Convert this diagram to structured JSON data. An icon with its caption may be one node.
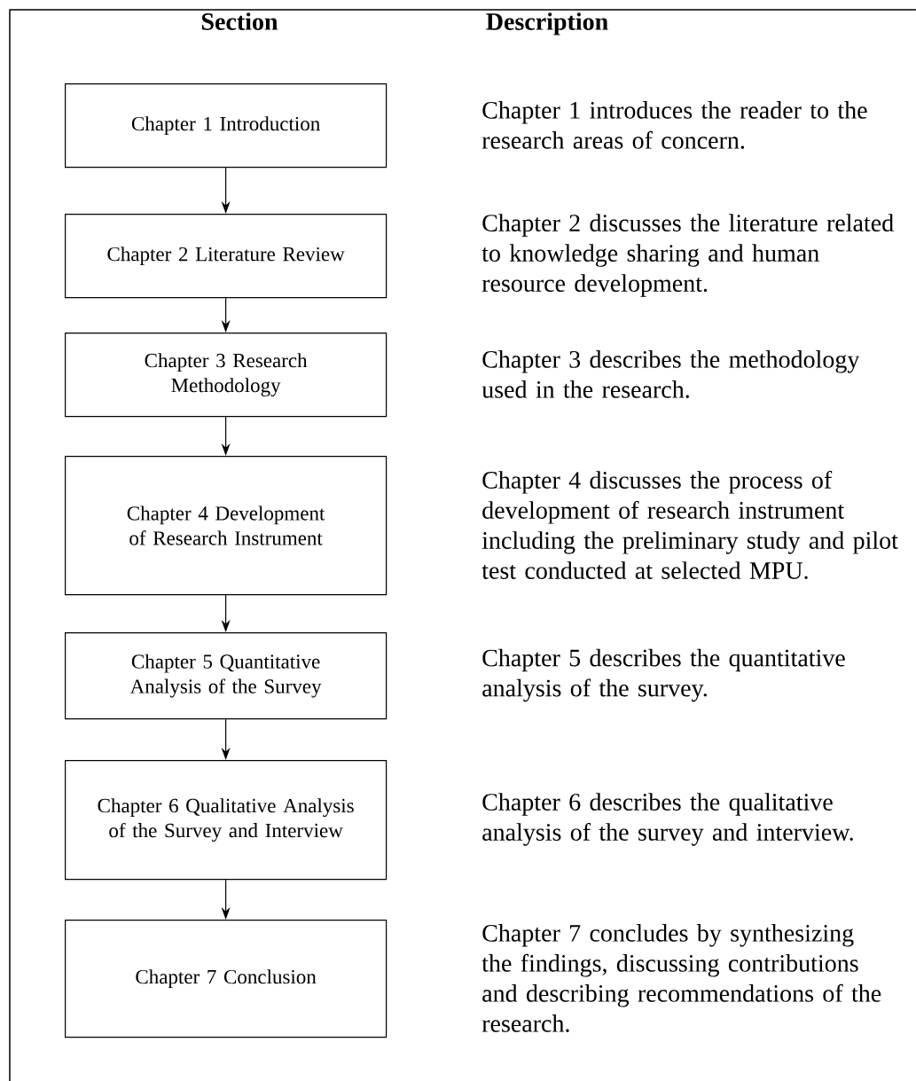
{
  "diagram": {
    "nodes": [
      {
        "text": [
          "Chapter 1 Introduction"
        ],
        "beside": [
          "Chapter 1 introduces the reader to the research areas of concern."
        ]
      },
      {
        "text": [
          "Chapter 2 Literature Review"
        ],
        "beside": [
          "Chapter 2 discusses the literature related to knowledge sharing and human resource development."
        ]
      },
      {
        "text": [
          "Chapter 3 Research Methodology"
        ],
        "beside": [
          "Chapter 3 describes the methodology used in the research."
        ]
      },
      {
        "text": [
          "Chapter 4 Development of Research Instrument"
        ],
        "beside": [
          "Chapter 4 discusses the process of development of research instrument including the preliminary study and pilot test conducted at selected MPU."
        ]
      },
      {
        "text": [
          "Chapter 5 Quantitative Analysis of the Survey"
        ],
        "beside": [
          "Chapter 5 describes the quantitative analysis of the survey."
        ]
      },
      {
        "text": [
          "Chapter 6 Qualitative Analysis of the Survey and Interview"
        ],
        "beside": [
          "Chapter 6 describes the qualitative analysis of the survey and interview."
        ]
      },
      {
        "text": [
          "Chapter 7 Conclusion"
        ],
        "beside": [
          "Chapter 7 concludes by synthesizing the findings, discussing contributions and describing recommendations of the research."
        ]
      }
    ],
    "edges": [
      {
        "from": 0,
        "to": 1,
        "arrow": "to"
      },
      {
        "from": 1,
        "to": 2,
        "arrow": "to"
      },
      {
        "from": 2,
        "to": 3,
        "arrow": "to"
      },
      {
        "from": 3,
        "to": 4,
        "arrow": "to"
      },
      {
        "from": 4,
        "to": 5,
        "arrow": "to"
      },
      {
        "from": 5,
        "to": 6,
        "arrow": "to"
      }
    ],
    "labels": [
      "Section",
      "Description"
    ]
  }
}
